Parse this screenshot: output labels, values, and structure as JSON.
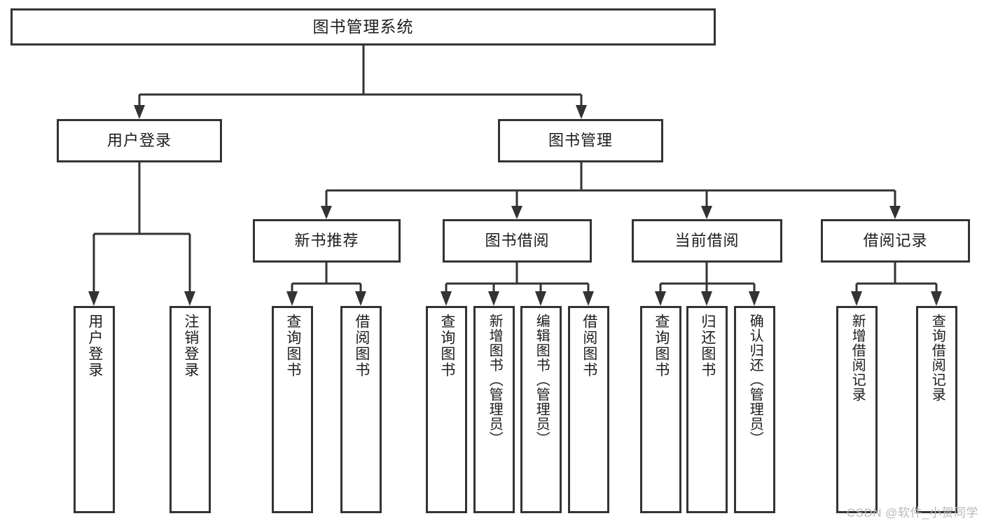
{
  "diagram": {
    "title": "图书管理系统",
    "type": "功能结构图",
    "colors": {
      "border": "#333333",
      "background": "#ffffff",
      "text": "#1d1d1d",
      "watermark": "#b9b9b9"
    },
    "root": {
      "label": "图书管理系统"
    },
    "level2": [
      {
        "label": "用户登录"
      },
      {
        "label": "图书管理"
      }
    ],
    "level3": [
      {
        "label": "新书推荐"
      },
      {
        "label": "图书借阅"
      },
      {
        "label": "当前借阅"
      },
      {
        "label": "借阅记录"
      }
    ],
    "leaves": [
      {
        "label": "用户登录",
        "parent": "用户登录"
      },
      {
        "label": "注销登录",
        "parent": "用户登录"
      },
      {
        "label": "查询图书",
        "parent": "新书推荐"
      },
      {
        "label": "借阅图书",
        "parent": "新书推荐"
      },
      {
        "label": "查询图书",
        "parent": "图书借阅"
      },
      {
        "label": "新增图书（管理员）",
        "parent": "图书借阅"
      },
      {
        "label": "编辑图书（管理员）",
        "parent": "图书借阅"
      },
      {
        "label": "借阅图书",
        "parent": "图书借阅"
      },
      {
        "label": "查询图书",
        "parent": "当前借阅"
      },
      {
        "label": "归还图书",
        "parent": "当前借阅"
      },
      {
        "label": "确认归还（管理员）",
        "parent": "当前借阅"
      },
      {
        "label": "新增借阅记录",
        "parent": "借阅记录"
      },
      {
        "label": "查询借阅记录",
        "parent": "借阅记录"
      }
    ],
    "watermark": "CSDN @软件_小贺同学"
  }
}
